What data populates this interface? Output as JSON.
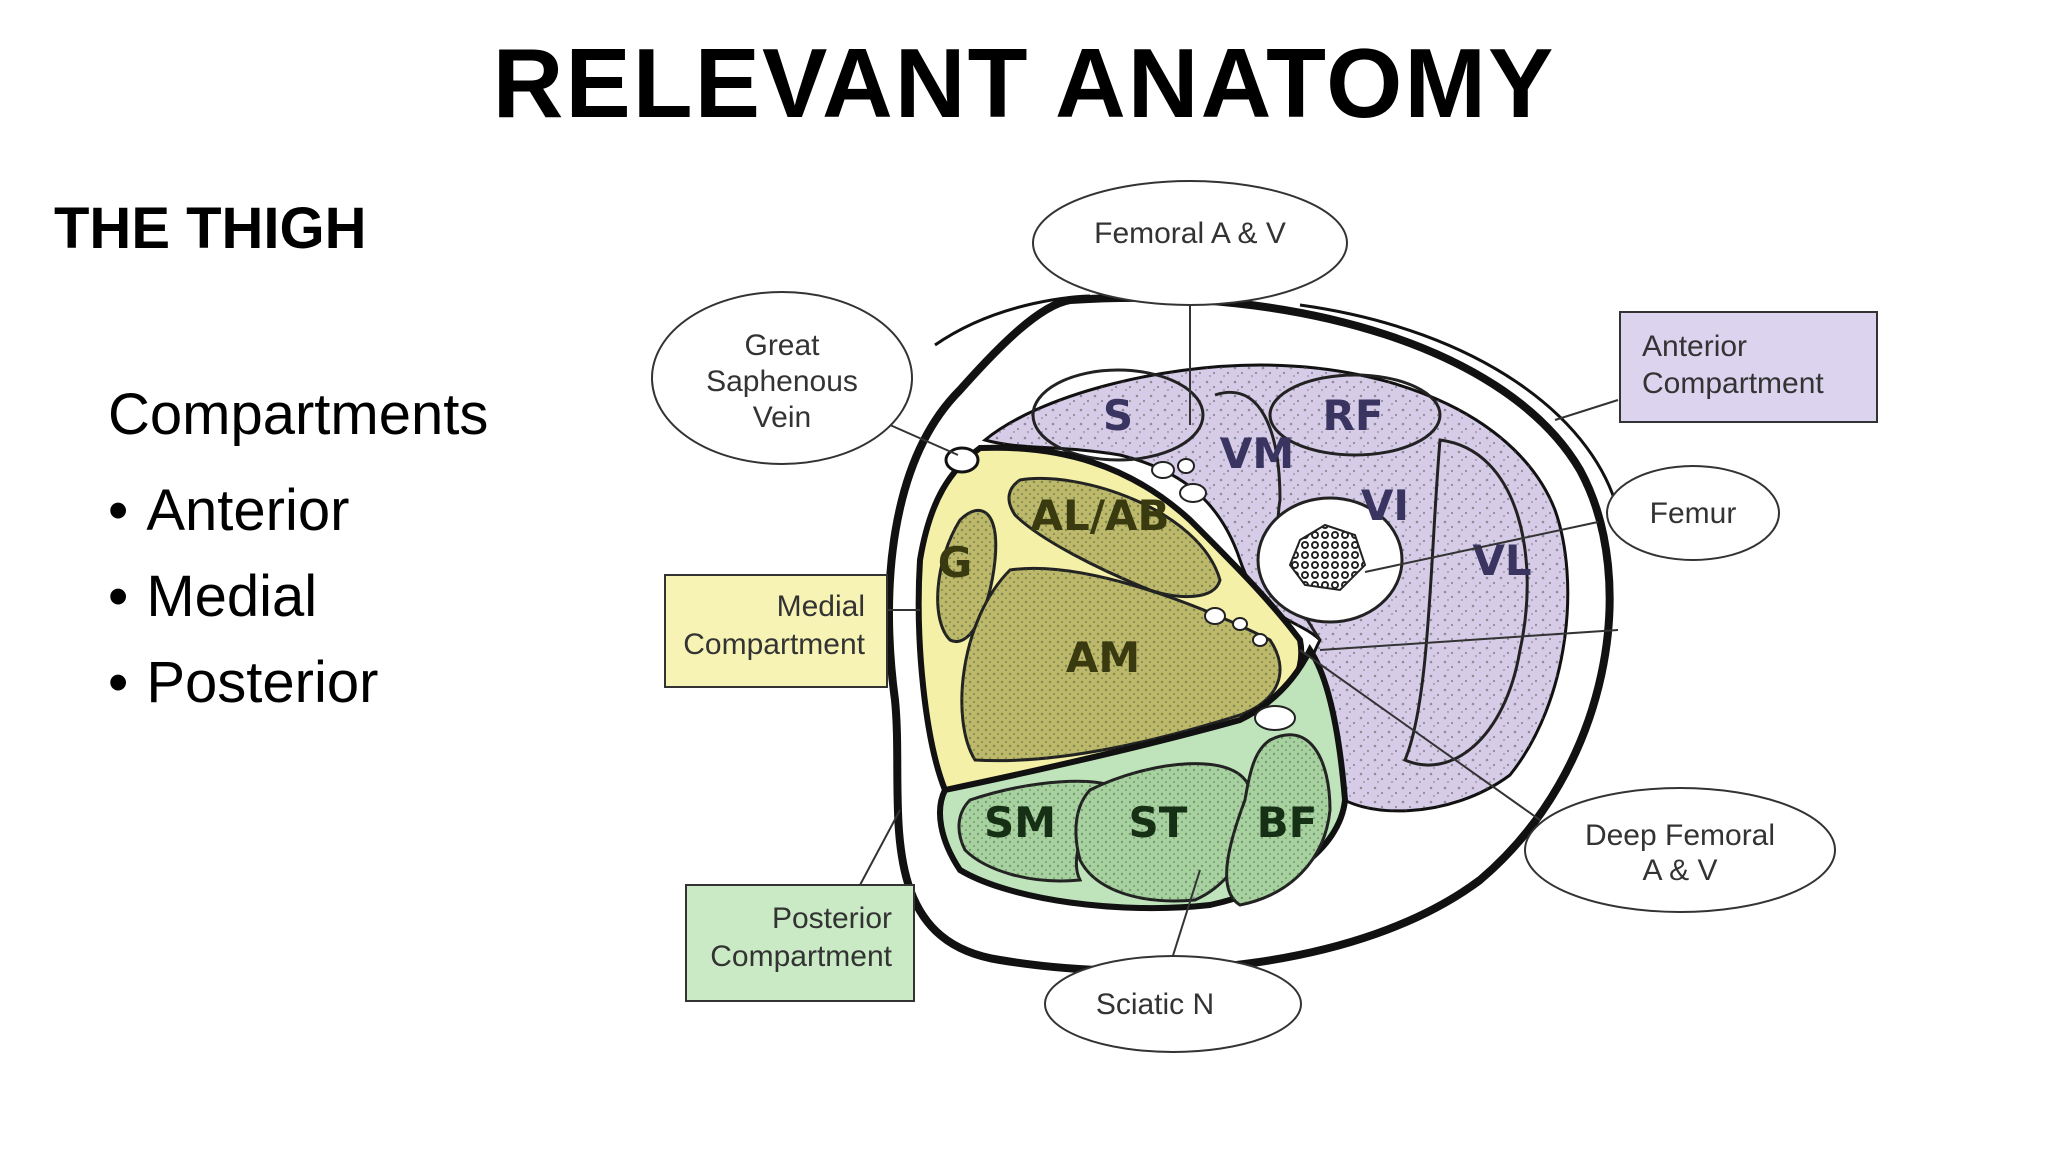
{
  "slide": {
    "title": "RELEVANT ANATOMY",
    "subtitle": "THE THIGH",
    "heading": "Compartments",
    "bullets": [
      "Anterior",
      "Medial",
      "Posterior"
    ]
  },
  "diagram": {
    "labels": {
      "femoral_av": "Femoral A & V",
      "great_saphenous": [
        "Great",
        "Saphenous",
        "Vein"
      ],
      "anterior_compartment": [
        "Anterior",
        "Compartment"
      ],
      "femur": "Femur",
      "medial_compartment": [
        "Medial",
        "Compartment"
      ],
      "deep_femoral": [
        "Deep Femoral",
        "A & V"
      ],
      "posterior_compartment": [
        "Posterior",
        "Compartment"
      ],
      "sciatic": "Sciatic N"
    },
    "muscles": {
      "s": "S",
      "vm": "VM",
      "rf": "RF",
      "vi": "VI",
      "vl": "VL",
      "alab": "AL/AB",
      "g": "G",
      "am": "AM",
      "sm": "SM",
      "st": "ST",
      "bf": "BF"
    },
    "colors": {
      "anterior_fill": "#d6cce8",
      "medial_fill": "#f4f0a8",
      "medial_muscle": "#bdb86a",
      "posterior_fill": "#bfe4bc",
      "posterior_muscle": "#a8d1a0",
      "anterior_box": "#dcd3ef",
      "medial_box": "#f7f3b4",
      "posterior_box": "#c9eac4"
    }
  }
}
